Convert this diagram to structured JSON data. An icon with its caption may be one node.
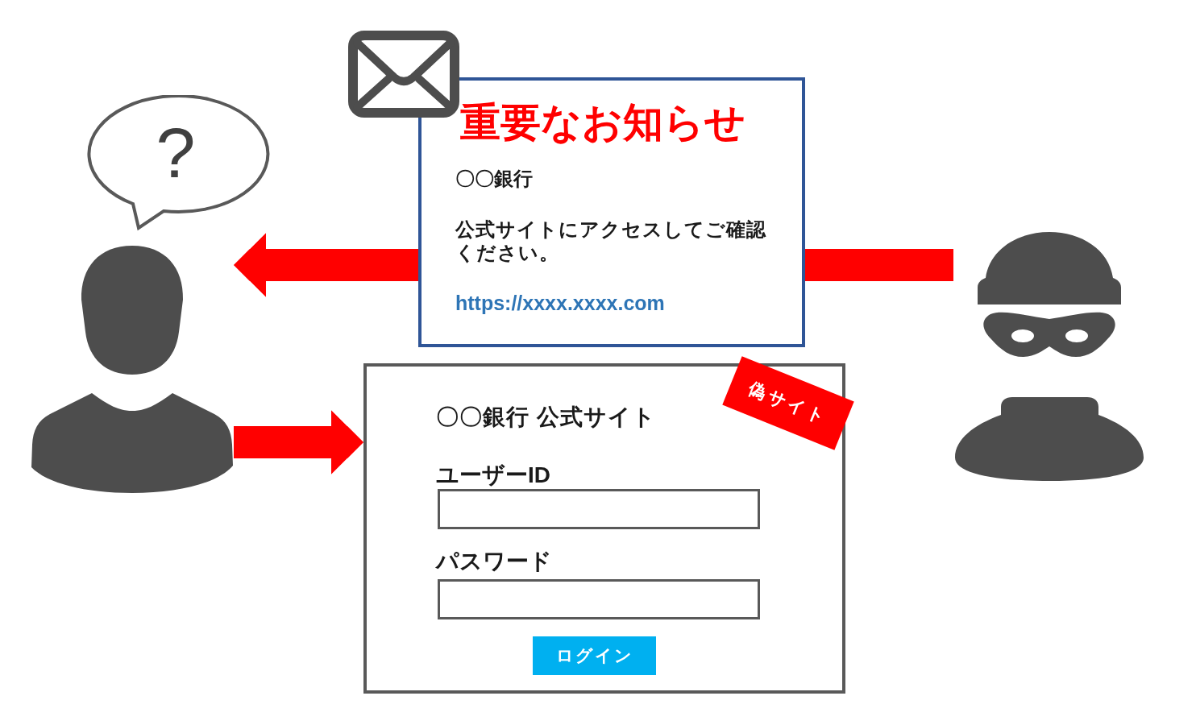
{
  "diagram": {
    "nodes": [
      {
        "text": [],
        "shape": "person"
      },
      {
        "text": [
          "?"
        ]
      },
      {
        "text": [
          "重要なお知らせ",
          "〇〇銀行",
          "公式サイトにアクセスしてご確認ください。",
          "https://xxxx.xxxx.com"
        ]
      },
      {
        "text": [],
        "shape": "person"
      },
      {
        "text": [
          "〇〇銀行 公式サイト",
          "ユーザーID",
          "パスワード"
        ]
      },
      {
        "text": [],
        "shape": "box",
        "in": 4
      },
      {
        "text": [],
        "shape": "box",
        "in": 4
      },
      {
        "text": [
          "ログイン"
        ],
        "in": 4
      },
      {
        "text": [
          "偽サイト"
        ]
      }
    ],
    "edges": [
      {
        "from": 3,
        "to": 2,
        "arrow": "none"
      },
      {
        "from": 2,
        "to": 0,
        "arrow": "to"
      },
      {
        "from": 0,
        "to": 4,
        "arrow": "to"
      }
    ]
  }
}
